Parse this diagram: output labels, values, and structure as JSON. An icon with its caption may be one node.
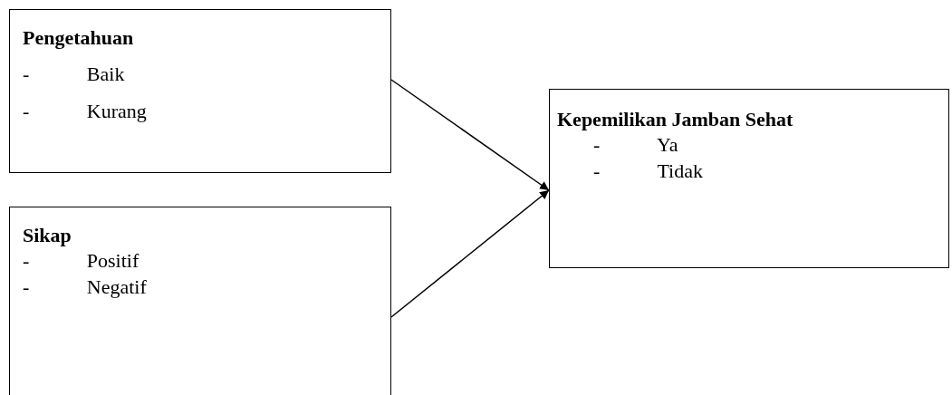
{
  "diagram": {
    "nodes": [
      {
        "text": [
          "Pengetahuan",
          "- Baik",
          "- Kurang"
        ]
      },
      {
        "text": [
          "Sikap",
          "- Positif",
          "- Negatif"
        ]
      },
      {
        "text": [
          "Kepemilikan Jamban Sehat",
          "- Ya",
          "- Tidak"
        ]
      }
    ],
    "edges": [
      {
        "from": 0,
        "to": 2,
        "arrow": "to"
      },
      {
        "from": 1,
        "to": 2,
        "arrow": "to"
      }
    ]
  }
}
